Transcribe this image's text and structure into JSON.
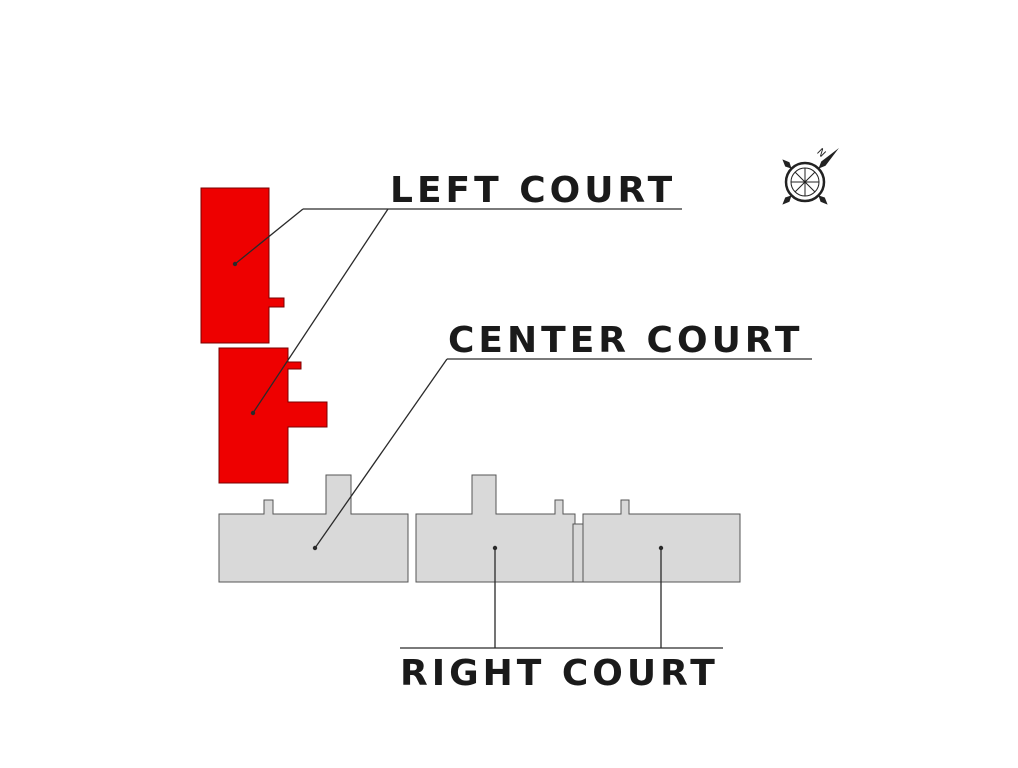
{
  "labels": {
    "left_court": "LEFT COURT",
    "center_court": "CENTER COURT",
    "right_court": "RIGHT COURT"
  },
  "compass": {
    "north_letter": "N"
  },
  "colors": {
    "left_court": "#ee0000",
    "other_courts": "#d9d9d9",
    "text": "#1a1a1a",
    "background": "#ffffff"
  }
}
